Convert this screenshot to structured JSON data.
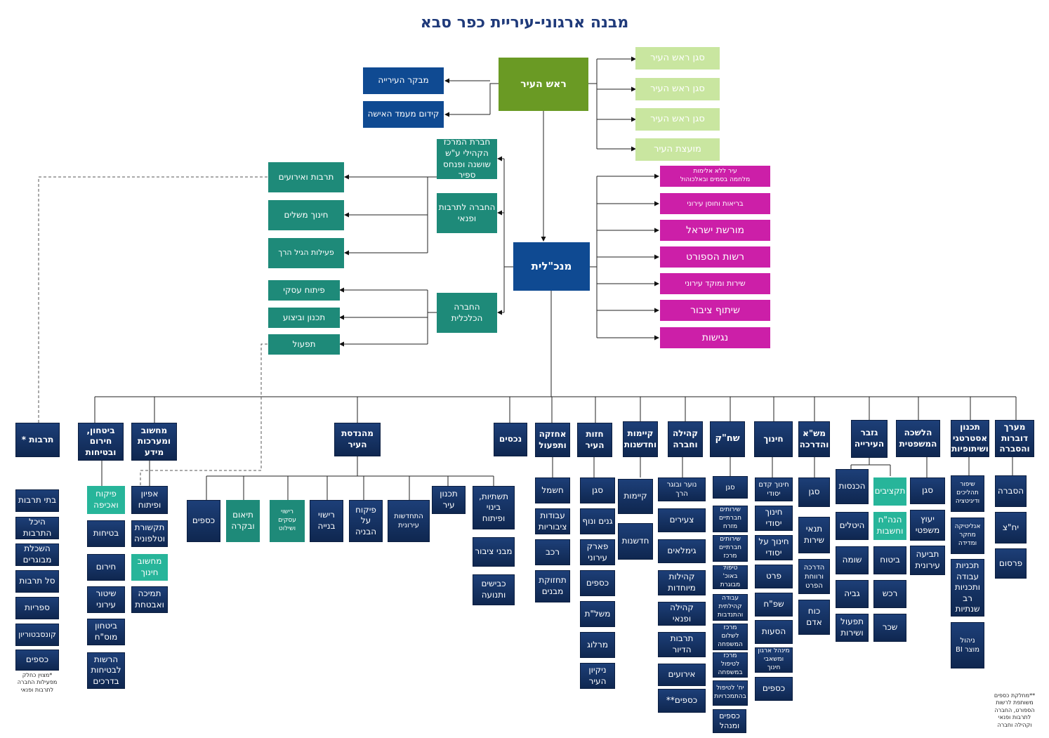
{
  "title": "מבנה ארגוני-עיריית כפר סבא",
  "top": {
    "mayor": "ראש העיר",
    "deputies": [
      "סגן ראש העיר",
      "סגן ראש העיר",
      "סגן ראש העיר",
      "מועצת העיר"
    ],
    "controller": "מבקר העירייה",
    "women": "קידום מעמד האישה",
    "ceo": "מנכ\"לית"
  },
  "corporations": {
    "community": "חברת המרכז הקהילי ע\"ש שושנה ופנחס ספיר",
    "culture": "החברה לתרבות ופנאי",
    "economic": "החברה הכלכלית"
  },
  "corp_units": [
    "תרבות ואירועים",
    "חינוך משלים",
    "פעילות הגיל הרך",
    "פיתוח עסקי",
    "תכנון וביצוע",
    "תפעול"
  ],
  "ceo_units": [
    "עיר ללא אלימות\nמלחמה בסמים ובאלכוהול",
    "בריאות וחוסן עירוני",
    "מורשת ישראל",
    "רשות הספורט",
    "שירות ומוקד עירוני",
    "שיתוף ציבור",
    "נגישות"
  ],
  "divisions": {
    "culture": "תרבות *",
    "security": "ביטחון, חירום ובטיחות",
    "computing": "מחשוב ומערכות מידע",
    "engineering": "מהנדסת העיר",
    "assets": "נכסים",
    "maintenance": "אחזקה ותפעול",
    "visual": "חזות העיר",
    "sustainability": "קיימות וחדשנות",
    "community": "קהילה וחברה",
    "shefach": "שח\"ק",
    "education": "חינוך",
    "hr": "מש\"א והדרכה",
    "treasurer": "גזבר העירייה",
    "legal": "הלשכה המשפטית",
    "strategy": "תכנון אסטרטגי ושיתופיות",
    "pr": "מערך דוברות והסברה"
  },
  "culture_units": [
    "בתי תרבות",
    "היכל התרבות",
    "השכלת מבוגרים",
    "סל תרבות",
    "ספריות",
    "קונסבטוריון",
    "כספים"
  ],
  "culture_note": "*מצוין כחלק מפעילות החברה לתרבות ופנאי",
  "security_units": [
    "פיקוח ואכיפה",
    "בטיחות",
    "חירום",
    "שיטור עירוני",
    "ביטחון מוס\"ח",
    "הרשות לבטיחות בדרכים"
  ],
  "computing_units": [
    "אפיון ופיתוח",
    "תקשורת וטלפוניה",
    "מחשוב חינוך",
    "תמיכה ואבטחת"
  ],
  "engineering_units": [
    "כספים",
    "תיאום ובקרה",
    "רישוי עסקים ושילוט",
    "רישוי בנייה",
    "פיקוח על הבניה",
    "התחדשות עירונית",
    "תכנון עיר",
    "תשתיות, בינוי ופיתוח",
    "מבני ציבור",
    "כבישים ותנועה"
  ],
  "maintenance_units": [
    "חשמל",
    "עבודות ציבוריות",
    "רכב",
    "תחזוקת מבנים"
  ],
  "visual_units": [
    "סגן",
    "גנים ונוף",
    "פארק עירוני",
    "כספים",
    "משל\"ת",
    "מרלוג",
    "ניקיון העיר"
  ],
  "sustainability_units": [
    "קיימות",
    "חדשנות"
  ],
  "community_units": [
    "נוער ובוגר הרך",
    "צעירים",
    "גימלאים",
    "קהילות מיוחדות",
    "קהילה ופנאי",
    "תרבות הדיור",
    "אירועים",
    "כספים**"
  ],
  "shefach_units": [
    "סגן",
    "שירותים חברתיים מזרח",
    "שירותים חברתיים מרכז",
    "טיפול באוכ' מבוגרת",
    "עבודה קהילתית והתנדבות",
    "מרכז לשלום המשפחה",
    "מרכז לטיפול במשפחה",
    "יח' לטיפול בהתמכרויות",
    "כספים ומנהל"
  ],
  "education_units": [
    "חינוך קדם יסודי",
    "חינוך יסודי",
    "חינוך על יסודי",
    "פרט",
    "שפ\"ח",
    "הסעות",
    "מינהל ארגון ומשאבי חינוך",
    "כספים"
  ],
  "hr_units": [
    "סגן",
    "תנאי שירות",
    "הדרכה ורווחת הפרט",
    "כוח אדם"
  ],
  "treasurer_units": [
    "הכנסות",
    "תקציבים",
    "היטלים",
    "הנה\"ח וחשבות",
    "שומה",
    "ביטוח",
    "גביה",
    "רכש",
    "תפעול ושירות",
    "שכר"
  ],
  "legal_units": [
    "סגן",
    "יעוץ משפטי",
    "תביעה עירונית"
  ],
  "strategy_units": [
    "שיפור תהליכים ודיגיטציה",
    "אנליטיקה מחקר ומדידה",
    "תכניות עבודה ותכניות רב שנתיות",
    "ניהול מוצר BI"
  ],
  "pr_units": [
    "הסברה",
    "יח\"צ",
    "פרסום"
  ],
  "finance_note": "**מחלקת כספים משותפת לרשות הספורט, החברה לתרבות ופנאי וקהילה וחברה"
}
